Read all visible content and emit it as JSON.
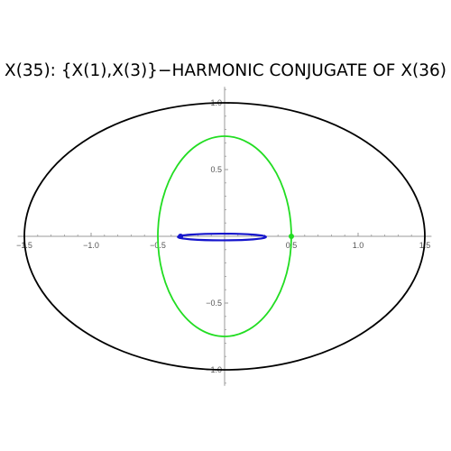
{
  "chart_data": {
    "type": "line",
    "title": "X(35): {X(1),X(3)}−HARMONIC CONJUGATE OF X(36)",
    "xlabel": "",
    "ylabel": "",
    "xlim": [
      -1.55,
      1.55
    ],
    "ylim": [
      -1.12,
      1.12
    ],
    "grid": false,
    "x_ticks": [
      {
        "value": -1.5,
        "label": "−1.5"
      },
      {
        "value": -1.0,
        "label": "−1.0"
      },
      {
        "value": -0.5,
        "label": "−0.5"
      },
      {
        "value": 0.5,
        "label": "0.5"
      },
      {
        "value": 1.0,
        "label": "1.0"
      },
      {
        "value": 1.5,
        "label": "1.5"
      }
    ],
    "y_ticks": [
      {
        "value": 1.0,
        "label": "1.0"
      },
      {
        "value": 0.5,
        "label": "0.5"
      },
      {
        "value": -0.5,
        "label": "−0.5"
      },
      {
        "value": -1.0,
        "label": "−1.0"
      }
    ],
    "series": [
      {
        "shape": "ellipse",
        "color": "#000000",
        "cx": 0,
        "cy": 0,
        "rx": 1.5,
        "ry": 1.0
      },
      {
        "shape": "ellipse",
        "color": "#22dd22",
        "cx": 0,
        "cy": 0,
        "rx": 0.5,
        "ry": 0.75
      },
      {
        "shape": "ellipse",
        "color": "#1515cc",
        "cx": -0.02,
        "cy": -0.005,
        "rx": 0.33,
        "ry": 0.025
      }
    ],
    "points": [
      {
        "x": 0.5,
        "y": 0,
        "color": "#22dd22"
      },
      {
        "x": -0.33,
        "y": 0,
        "color": "#1515cc"
      }
    ]
  }
}
